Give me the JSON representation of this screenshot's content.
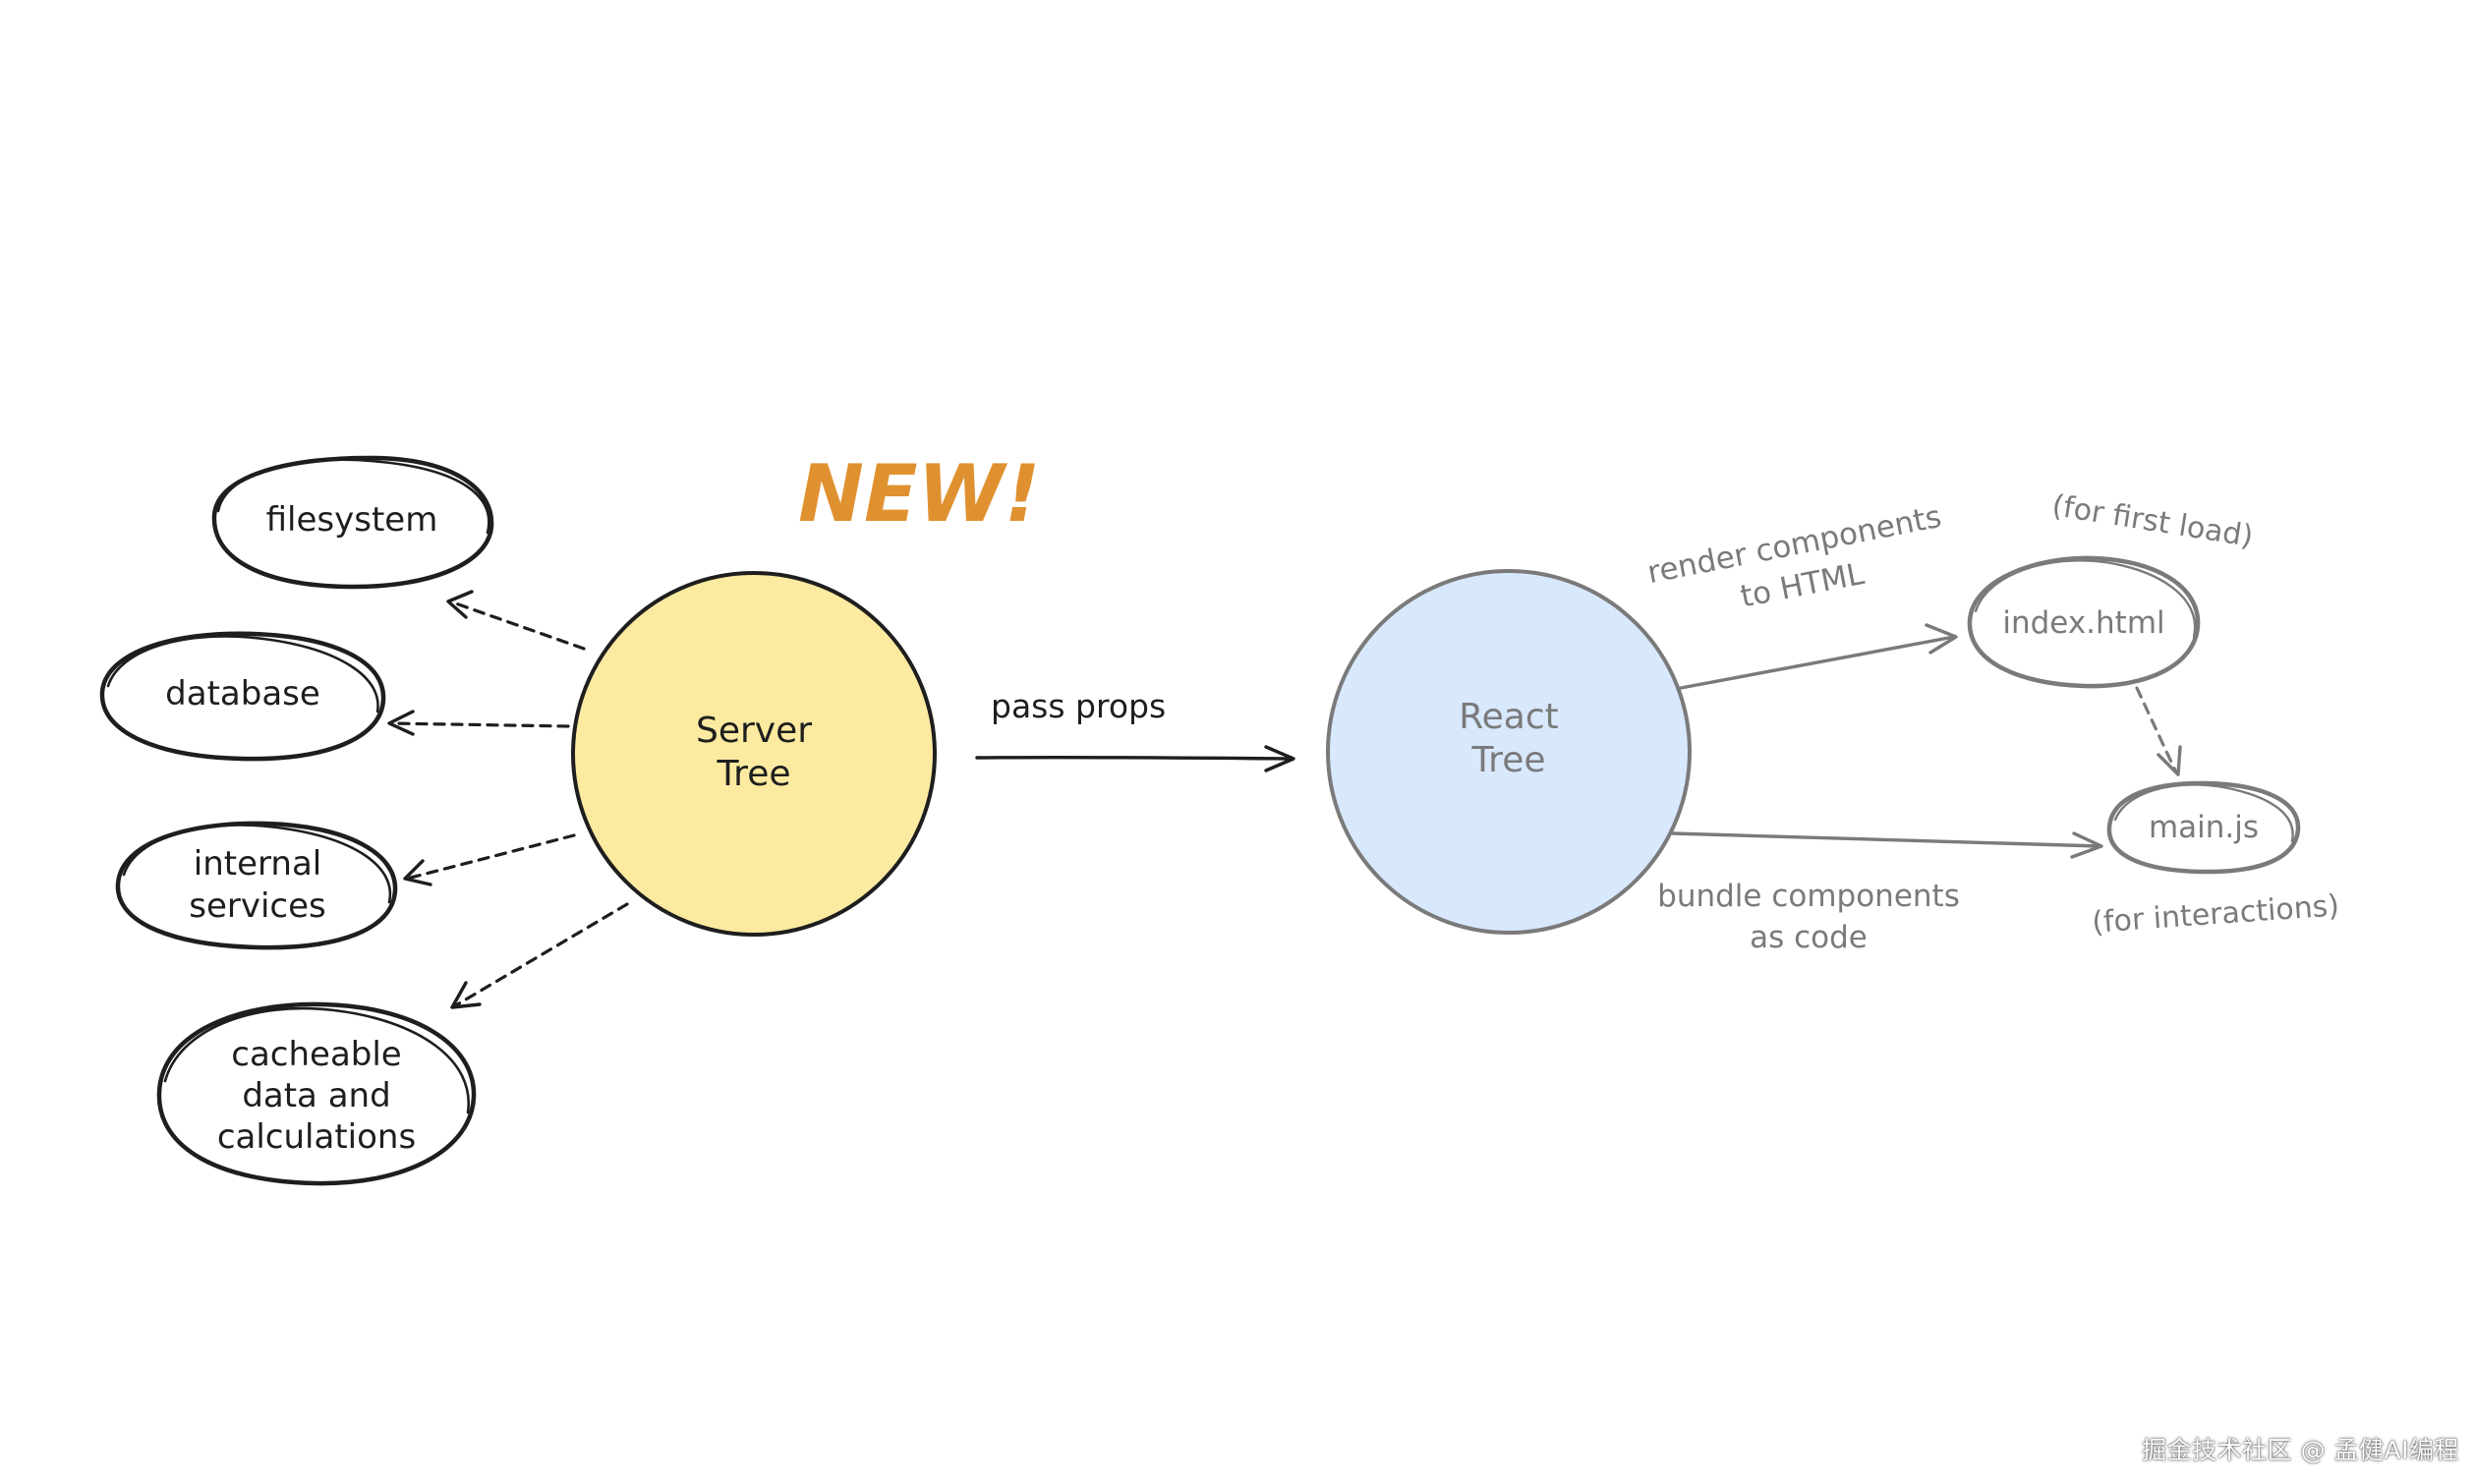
{
  "badge": {
    "text": "NEW!",
    "color": "#e0912f"
  },
  "server_tree": {
    "line1": "Server",
    "line2": "Tree",
    "fill": "#fbeaa0"
  },
  "react_tree": {
    "line1": "React",
    "line2": "Tree",
    "fill": "#d8e8fd"
  },
  "data_sources": {
    "filesystem": [
      "filesystem"
    ],
    "database": [
      "database"
    ],
    "internal_services": [
      "internal",
      "services"
    ],
    "cacheable": [
      "cacheable",
      "data and",
      "calculations"
    ]
  },
  "edges": {
    "pass_props": "pass props",
    "render_html": [
      "render components",
      "to HTML"
    ],
    "bundle_code": [
      "bundle components",
      "as code"
    ]
  },
  "outputs": {
    "index_html": "index.html",
    "index_note": "(for first load)",
    "main_js": "main.js",
    "main_note": "(for interactions)"
  },
  "watermark": "掘金技术社区 @ 孟健AI编程"
}
